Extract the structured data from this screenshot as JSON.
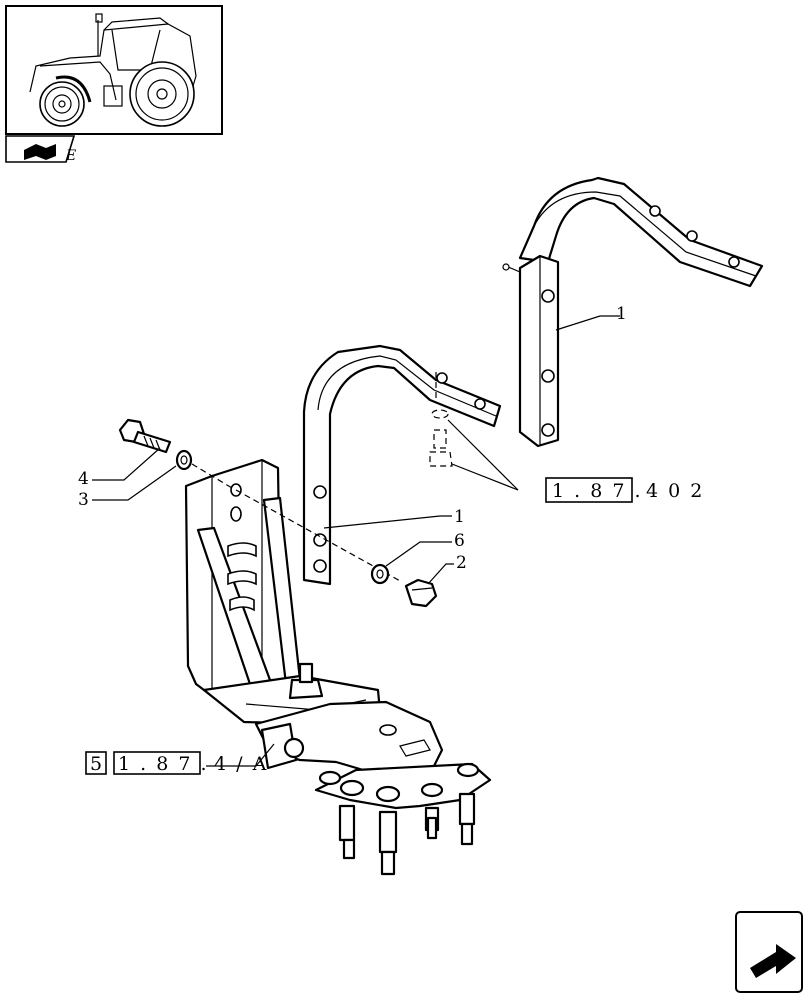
{
  "callouts": [
    {
      "id": "1a",
      "text": "1"
    },
    {
      "id": "1b",
      "text": "1"
    },
    {
      "id": "6",
      "text": "6"
    },
    {
      "id": "2",
      "text": "2"
    },
    {
      "id": "4",
      "text": "4"
    },
    {
      "id": "3",
      "text": "3"
    }
  ],
  "reference_upper": {
    "box": "1 . 8 7 .",
    "tail": "4   0 2"
  },
  "reference_lower": {
    "prefix": "5",
    "box": "1 . 8 7 .",
    "tail": "4 / A"
  },
  "thumbnail": {
    "corner_letter": "E",
    "icon": "tractor-side-view"
  },
  "nav": {
    "book_icon": "open-book-icon",
    "next_icon": "next-page-arrow-icon"
  }
}
